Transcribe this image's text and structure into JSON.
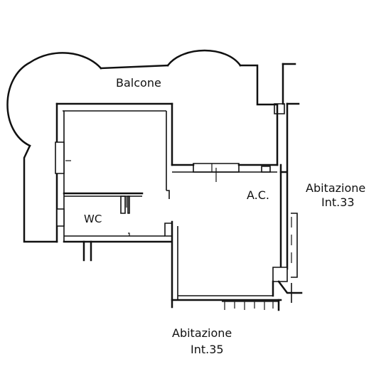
{
  "plan": {
    "rooms": {
      "balcony": "Balcone",
      "wc": "WC",
      "ac": "A.C."
    },
    "neighbors": {
      "right": {
        "line1": "Abitazione",
        "line2": "Int.33"
      },
      "bottom": {
        "line1": "Abitazione",
        "line2": "Int.35"
      }
    },
    "colors": {
      "ink": "#111111",
      "paper": "#ffffff"
    }
  }
}
